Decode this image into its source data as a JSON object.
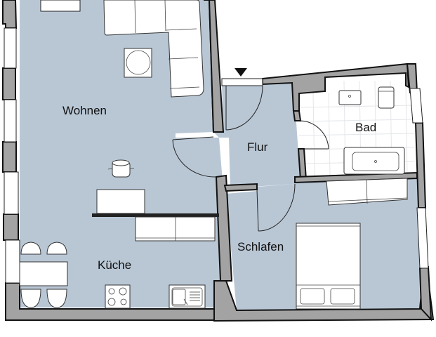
{
  "plan": {
    "rooms": [
      {
        "id": "wohnen",
        "label": "Wohnen"
      },
      {
        "id": "kueche",
        "label": "Küche"
      },
      {
        "id": "flur",
        "label": "Flur"
      },
      {
        "id": "bad",
        "label": "Bad"
      },
      {
        "id": "schlafen",
        "label": "Schlafen"
      }
    ],
    "entrance_marker": "entrance-triangle",
    "colors": {
      "floor": "#b9c7d5",
      "wall": "#a3a3a3",
      "outline": "#111111",
      "furniture": "#ffffff",
      "bath_floor": "#ffffff"
    }
  }
}
